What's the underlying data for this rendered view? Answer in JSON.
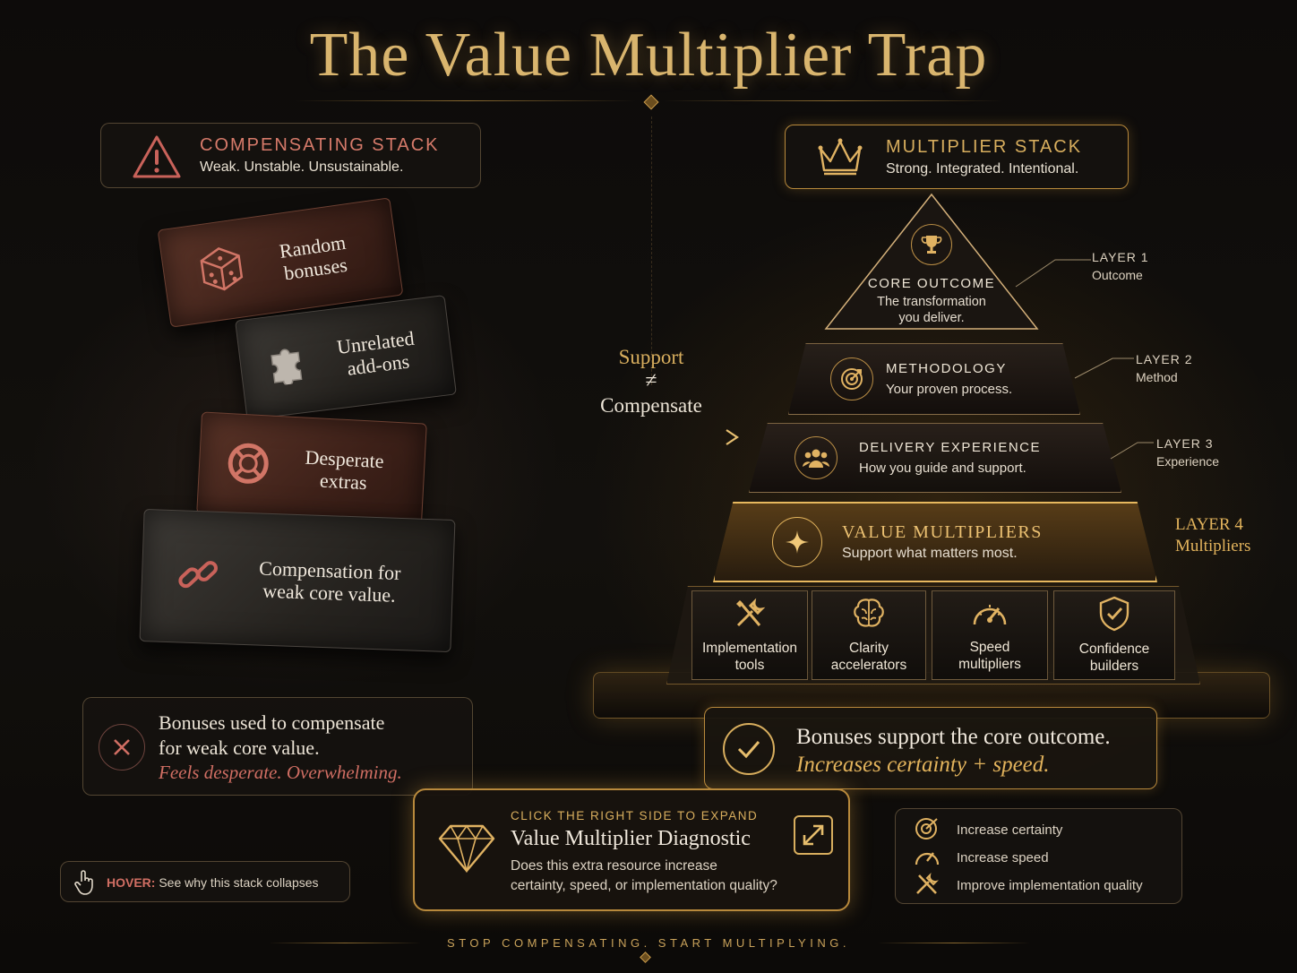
{
  "title": "The Value Multiplier Trap",
  "compensating": {
    "title": "COMPENSATING STACK",
    "subtitle": "Weak. Unstable. Unsustainable.",
    "bricks": [
      "Random bonuses",
      "Unrelated add-ons",
      "Desperate extras",
      "Compensation for weak core value."
    ],
    "result_line1": "Bonuses used to compensate",
    "result_line2": "for weak core value.",
    "result_note": "Feels desperate. Overwhelming."
  },
  "multiplier": {
    "title": "MULTIPLIER STACK",
    "subtitle": "Strong. Integrated. Intentional.",
    "layers": [
      {
        "name": "CORE OUTCOME",
        "desc_line1": "The transformation",
        "desc_line2": "you deliver.",
        "tag": "LAYER 1",
        "tag_sub": "Outcome"
      },
      {
        "name": "METHODOLOGY",
        "desc": "Your proven process.",
        "tag": "LAYER 2",
        "tag_sub": "Method"
      },
      {
        "name": "DELIVERY EXPERIENCE",
        "desc": "How you guide and support.",
        "tag": "LAYER 3",
        "tag_sub": "Experience"
      },
      {
        "name": "VALUE MULTIPLIERS",
        "desc": "Support what matters most.",
        "tag": "LAYER 4",
        "tag_sub": "Multipliers"
      }
    ],
    "base": [
      {
        "line1": "Implementation",
        "line2": "tools",
        "icon": "tools-icon"
      },
      {
        "line1": "Clarity",
        "line2": "accelerators",
        "icon": "brain-icon"
      },
      {
        "line1": "Speed",
        "line2": "multipliers",
        "icon": "speedometer-icon"
      },
      {
        "line1": "Confidence",
        "line2": "builders",
        "icon": "shield-check-icon"
      }
    ],
    "result": "Bonuses support the core outcome.",
    "result_note": "Increases certainty + speed."
  },
  "middle": {
    "line1": "Support",
    "symbol": "≠",
    "line2": "Compensate"
  },
  "hover": {
    "label": "HOVER:",
    "text": "See why this stack collapses"
  },
  "diagnostic": {
    "eyebrow": "CLICK THE RIGHT SIDE TO EXPAND",
    "title": "Value Multiplier Diagnostic",
    "desc_line1": "Does this extra resource increase",
    "desc_line2": "certainty, speed, or implementation quality?"
  },
  "checks": [
    "Increase certainty",
    "Increase speed",
    "Improve implementation quality"
  ],
  "footer": "STOP COMPENSATING. START MULTIPLYING.",
  "colors": {
    "gold": "#d8ae5e",
    "red_accent": "#c9625a",
    "background": "#0b0908"
  }
}
